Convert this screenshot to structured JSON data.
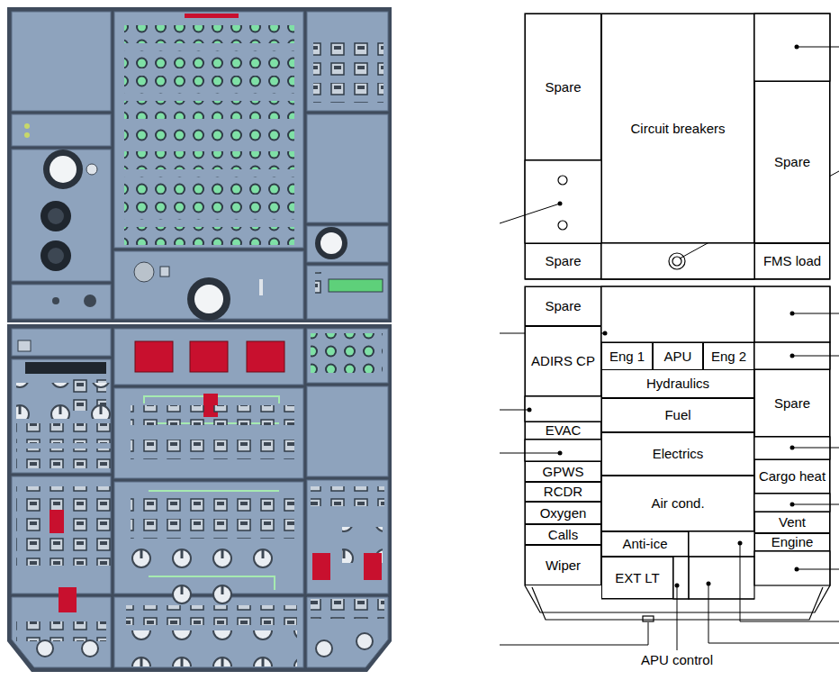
{
  "diagram": {
    "nodes": [
      {
        "text": [
          "Spare"
        ]
      },
      {
        "text": [
          "Circuit breakers"
        ]
      },
      {
        "text": [
          "Spare"
        ]
      },
      {
        "text": [
          "Spare"
        ]
      },
      {
        "text": [
          "FMS load"
        ]
      },
      {
        "text": [
          "Spare"
        ]
      },
      {
        "text": [
          "ADIRS CP"
        ]
      },
      {
        "text": [
          "Eng 1"
        ]
      },
      {
        "text": [
          "APU"
        ]
      },
      {
        "text": [
          "Eng 2"
        ]
      },
      {
        "text": [
          "Hydraulics"
        ]
      },
      {
        "text": [
          "Spare"
        ]
      },
      {
        "text": [
          "Fuel"
        ]
      },
      {
        "text": [
          "EVAC"
        ]
      },
      {
        "text": [
          "Electrics"
        ]
      },
      {
        "text": [
          "Cargo heat"
        ]
      },
      {
        "text": [
          "GPWS"
        ]
      },
      {
        "text": [
          "RCDR"
        ]
      },
      {
        "text": [
          "Air cond."
        ]
      },
      {
        "text": [
          "Oxygen"
        ]
      },
      {
        "text": [
          "Vent"
        ]
      },
      {
        "text": [
          "Calls"
        ]
      },
      {
        "text": [
          "Anti-ice"
        ]
      },
      {
        "text": [
          "Engine"
        ]
      },
      {
        "text": [
          "Wiper"
        ]
      },
      {
        "text": [
          "EXT LT"
        ]
      }
    ],
    "labels": [
      "APU control"
    ]
  }
}
